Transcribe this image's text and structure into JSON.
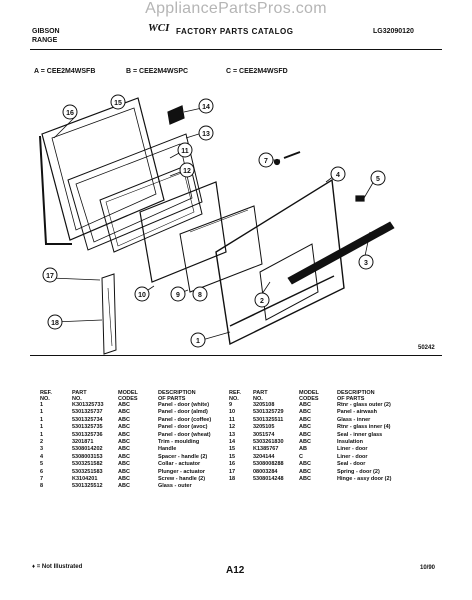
{
  "watermark": "AppliancePartsPros.com",
  "header": {
    "brand_line1": "GIBSON",
    "brand_line2": "RANGE",
    "logo": "WCI",
    "catalog_title": "FACTORY PARTS CATALOG",
    "publication_no": "LG32090120"
  },
  "models": {
    "a": "A = CEE2M4WSFB",
    "b": "B = CEE2M4WSPC",
    "c": "C = CEE2M4WSFD"
  },
  "diagram": {
    "callouts": [
      "1",
      "2",
      "3",
      "4",
      "5",
      "6",
      "7",
      "8",
      "9",
      "10",
      "11",
      "12",
      "13",
      "14",
      "15",
      "16",
      "17",
      "18"
    ],
    "reference_no": "50242"
  },
  "columns": {
    "ref_no": [
      "REF.",
      "NO."
    ],
    "part_no": [
      "PART",
      "NO."
    ],
    "model_codes": [
      "MODEL",
      "CODES"
    ],
    "description": [
      "DESCRIPTION",
      "OF PARTS"
    ]
  },
  "parts_left": [
    {
      "ref": "1",
      "part": "K301325733",
      "codes": "ABC",
      "desc": "Panel - door (white)"
    },
    {
      "ref": "1",
      "part": "5301325737",
      "codes": "ABC",
      "desc": "Panel - door (almd)"
    },
    {
      "ref": "1",
      "part": "5301325734",
      "codes": "ABC",
      "desc": "Panel - door (coffee)"
    },
    {
      "ref": "1",
      "part": "5301325735",
      "codes": "ABC",
      "desc": "Panel - door (avoc)"
    },
    {
      "ref": "1",
      "part": "5301325736",
      "codes": "ABC",
      "desc": "Panel - door (wheat)"
    },
    {
      "ref": "2",
      "part": "3201871",
      "codes": "ABC",
      "desc": "Trim - moulding"
    },
    {
      "ref": "3",
      "part": "5308014202",
      "codes": "ABC",
      "desc": "Handle"
    },
    {
      "ref": "4",
      "part": "5308003153",
      "codes": "ABC",
      "desc": "Spacer - handle (2)"
    },
    {
      "ref": "5",
      "part": "5303251582",
      "codes": "ABC",
      "desc": "Collar - actuator"
    },
    {
      "ref": "6",
      "part": "5303251583",
      "codes": "ABC",
      "desc": "Plunger - actuator"
    },
    {
      "ref": "7",
      "part": "K3104201",
      "codes": "ABC",
      "desc": "Screw - handle (2)"
    },
    {
      "ref": "8",
      "part": "5301325512",
      "codes": "ABC",
      "desc": "Glass - outer"
    }
  ],
  "parts_right": [
    {
      "ref": "9",
      "part": "3205108",
      "codes": "ABC",
      "desc": "Rtnr - glass outer (2)"
    },
    {
      "ref": "10",
      "part": "5301325729",
      "codes": "ABC",
      "desc": "Panel - airwash"
    },
    {
      "ref": "11",
      "part": "5301325511",
      "codes": "ABC",
      "desc": "Glass - inner"
    },
    {
      "ref": "12",
      "part": "3205105",
      "codes": "ABC",
      "desc": "Rtnr - glass inner (4)"
    },
    {
      "ref": "13",
      "part": "3051574",
      "codes": "ABC",
      "desc": "Seal - inner glass"
    },
    {
      "ref": "14",
      "part": "5303261830",
      "codes": "ABC",
      "desc": "Insulation"
    },
    {
      "ref": "15",
      "part": "K1385767",
      "codes": "AB",
      "desc": "Liner - door"
    },
    {
      "ref": "15",
      "part": "3204144",
      "codes": "C",
      "desc": "Liner - door"
    },
    {
      "ref": "16",
      "part": "5308008288",
      "codes": "ABC",
      "desc": "Seal - door"
    },
    {
      "ref": "17",
      "part": "08003284",
      "codes": "ABC",
      "desc": "Spring - door (2)"
    },
    {
      "ref": "18",
      "part": "5308014248",
      "codes": "ABC",
      "desc": "Hinge - assy door (2)"
    }
  ],
  "footer": {
    "footnote": "♦ = Not Illustrated",
    "page": "A12",
    "date": "10/90"
  }
}
